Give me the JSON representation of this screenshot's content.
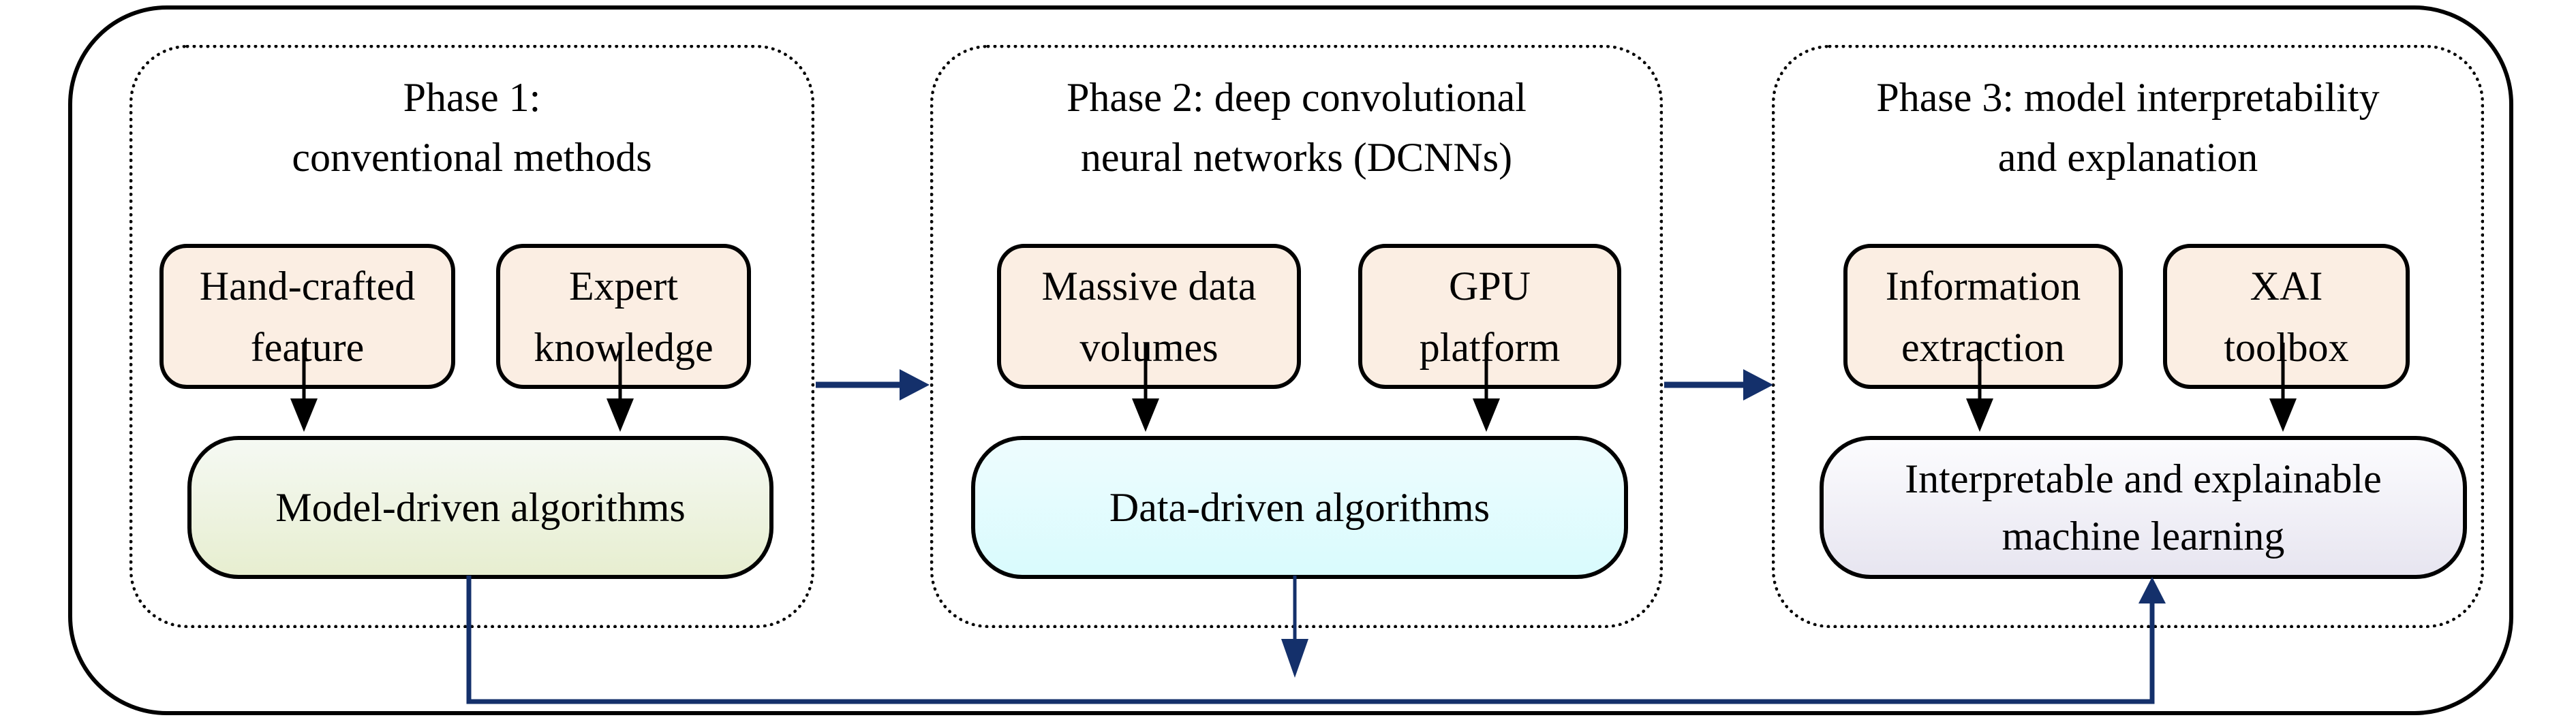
{
  "diagram": {
    "colors": {
      "navy": "#14306b",
      "outline": "#000000",
      "input_box_fill": "#fbeee3",
      "model_top": "#f5f9f3",
      "model_bottom": "#e7eed0",
      "data_top": "#eefcfe",
      "data_bottom": "#d9fbfd",
      "interp_top": "#fcfcfe",
      "interp_bottom": "#e7e5f0"
    },
    "phases": [
      {
        "title_line1": "Phase 1:",
        "title_line2": "conventional methods",
        "inputs": [
          {
            "line1": "Hand-crafted",
            "line2": "feature"
          },
          {
            "line1": "Expert",
            "line2": "knowledge"
          }
        ],
        "output": {
          "line1": "Model-driven algorithms",
          "line2": ""
        }
      },
      {
        "title_line1": "Phase 2: deep convolutional",
        "title_line2": "neural networks (DCNNs)",
        "inputs": [
          {
            "line1": "Massive data",
            "line2": "volumes"
          },
          {
            "line1": "GPU",
            "line2": "platform"
          }
        ],
        "output": {
          "line1": "Data-driven algorithms",
          "line2": ""
        }
      },
      {
        "title_line1": "Phase 3: model interpretability",
        "title_line2": "and explanation",
        "inputs": [
          {
            "line1": "Information",
            "line2": "extraction"
          },
          {
            "line1": "XAI",
            "line2": "toolbox"
          }
        ],
        "output": {
          "line1": "Interpretable and explainable",
          "line2": "machine learning"
        }
      }
    ]
  }
}
